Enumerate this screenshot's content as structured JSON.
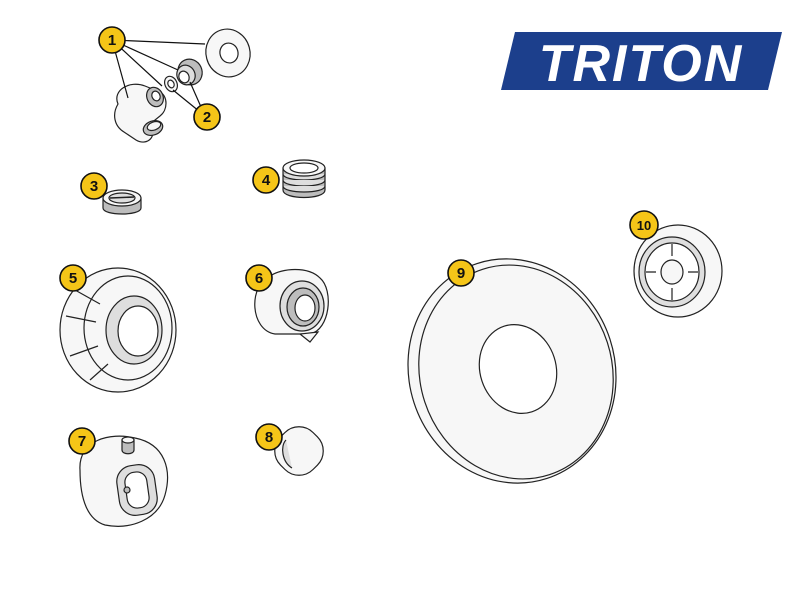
{
  "brand": {
    "name": "TRITON",
    "background_color": "#1c3f8c",
    "text_color": "#ffffff"
  },
  "callouts": {
    "badge_color": "#f5c518",
    "labels": [
      "1",
      "2",
      "3",
      "4",
      "5",
      "6",
      "7",
      "8",
      "9",
      "10"
    ]
  }
}
